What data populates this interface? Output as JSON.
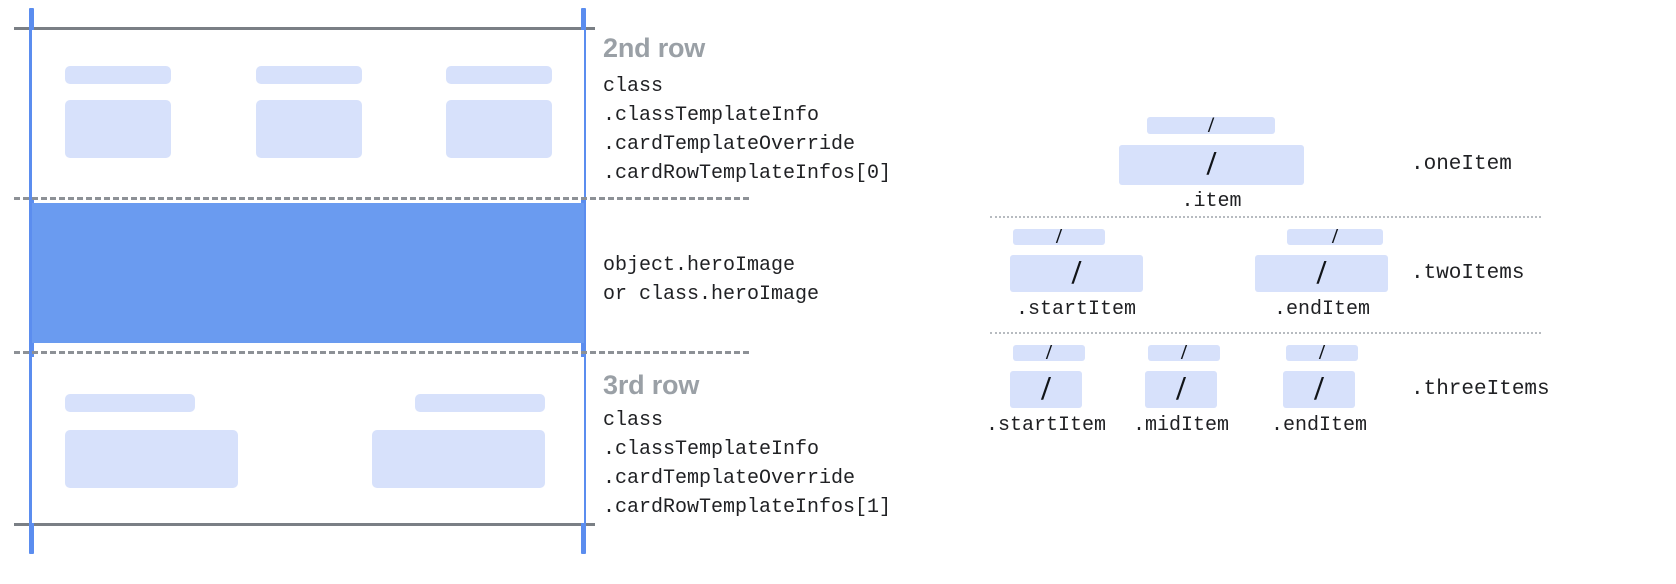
{
  "left_panel": {
    "rows": [
      {
        "title": "2nd row",
        "code": "class\n.classTemplateInfo\n.cardTemplateOverride\n.cardRowTemplateInfos[0]"
      },
      {
        "title": "",
        "code": "object.heroImage\nor class.heroImage"
      },
      {
        "title": "3rd row",
        "code": "class\n.classTemplateInfo\n.cardTemplateOverride\n.cardRowTemplateInfos[1]"
      }
    ]
  },
  "right_panel": {
    "groups": [
      {
        "name": ".oneItem",
        "captions": [
          ".item"
        ],
        "slash": "/"
      },
      {
        "name": ".twoItems",
        "captions": [
          ".startItem",
          ".endItem"
        ],
        "slash": "/"
      },
      {
        "name": ".threeItems",
        "captions": [
          ".startItem",
          ".midItem",
          ".endItem"
        ],
        "slash": "/"
      }
    ]
  },
  "colors": {
    "hero_blue": "#6a9bf0",
    "chip_blue": "#d7e1fb",
    "guide_blue": "#5b8def",
    "rule_gray": "#7a7f85",
    "title_gray": "#9aa0a6",
    "text": "#202124"
  }
}
